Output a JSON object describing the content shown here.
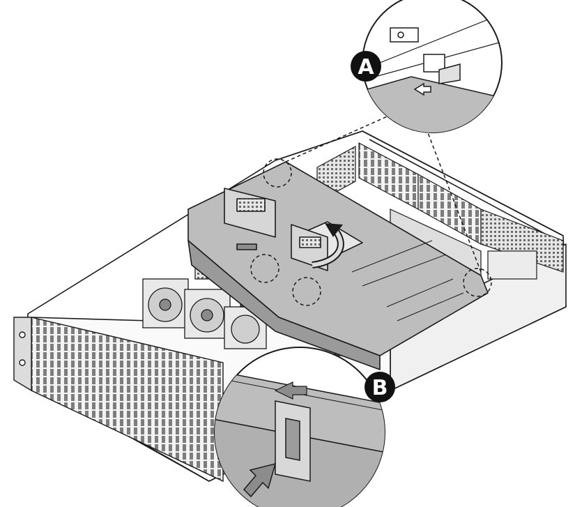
{
  "callouts": [
    {
      "id": "a",
      "label": "A"
    },
    {
      "id": "b",
      "label": "B"
    }
  ],
  "colors": {
    "line": "#1a1a1a",
    "panel": "#bdbdbd",
    "panel_dark": "#9a9a9a",
    "background": "#ffffff",
    "badge": "#111111"
  },
  "icons": [
    "removal-arrow-icon",
    "curved-arrow-icon",
    "push-arrow-icon",
    "slide-arrow-icon"
  ]
}
